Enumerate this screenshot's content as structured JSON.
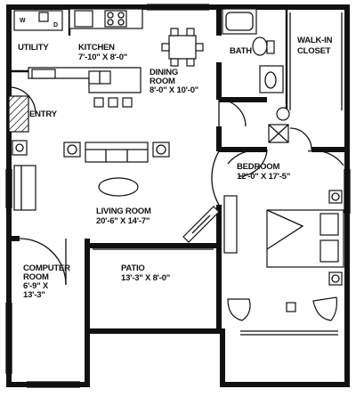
{
  "rooms": {
    "utility": {
      "name": "UTILITY",
      "washer": "W",
      "dryer": "D"
    },
    "kitchen": {
      "name": "KITCHEN",
      "dims": "7'-10\" X 8'-0\""
    },
    "dining": {
      "name_line1": "DINING",
      "name_line2": "ROOM",
      "dims": "8'-0\" X 10'-0\""
    },
    "bath": {
      "name": "BATH"
    },
    "closet": {
      "name_line1": "WALK-IN",
      "name_line2": "CLOSET"
    },
    "entry": {
      "name": "ENTRY"
    },
    "living": {
      "name": "LIVING ROOM",
      "dims": "20'-6\" X 14'-7\""
    },
    "bedroom": {
      "name": "BEDROOM",
      "dims": "12'-0\" X 17'-5\""
    },
    "computer": {
      "name_line1": "COMPUTER",
      "name_line2": "ROOM",
      "dims_line1": "6'-9\" X",
      "dims_line2": "13'-3\""
    },
    "patio": {
      "name": "PATIO",
      "dims": "13'-3\" X 8'-0\""
    }
  }
}
